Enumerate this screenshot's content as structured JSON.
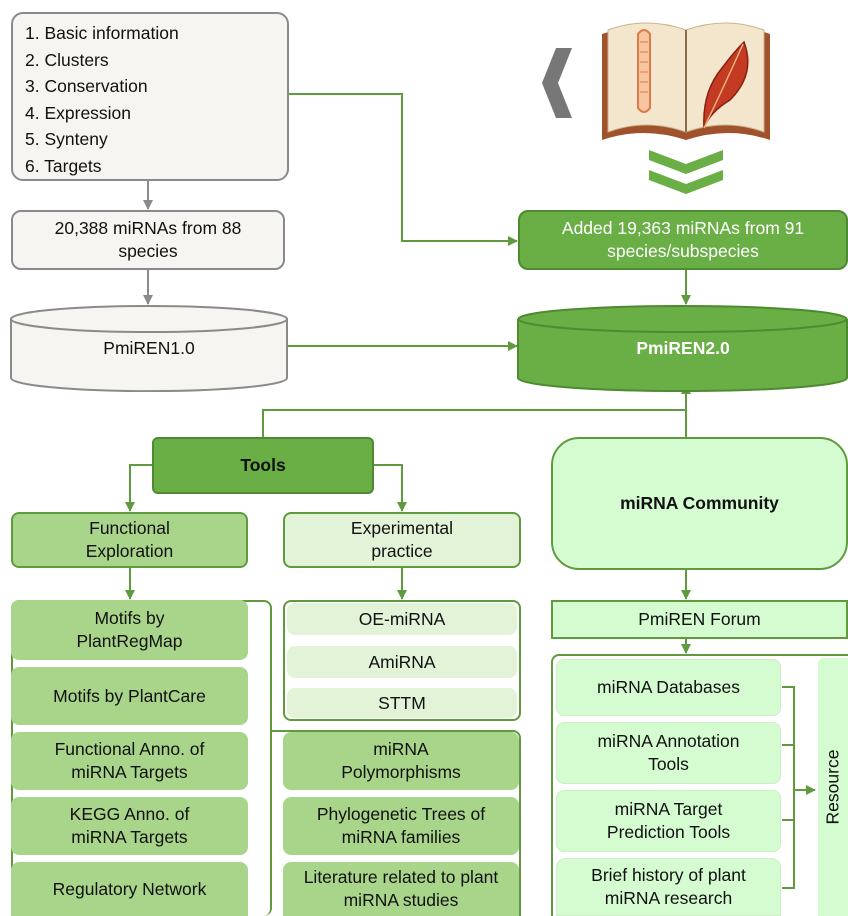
{
  "pmiren1_features": [
    "1. Basic information",
    "2. Clusters",
    "3. Conservation",
    "4. Expression",
    "5. Synteny",
    "6. Targets"
  ],
  "pmiren1_count": "20,388 miRNAs from 88 species",
  "pmiren1_db": "PmiREN1.0",
  "added_mirnas": "Added 19,363 miRNAs from 91 species/subspecies",
  "pmiren2_db": "PmiREN2.0",
  "tools": {
    "title": "Tools",
    "functional": {
      "header": "Functional Exploration",
      "items": [
        "Motifs by PlantRegMap",
        "Motifs by PlantCare",
        "Functional Anno. of miRNA Targets",
        "KEGG Anno. of miRNA Targets",
        "Regulatory Network"
      ]
    },
    "experimental": {
      "header": "Experimental practice",
      "items": [
        "OE-miRNA",
        "AmiRNA",
        "STTM"
      ]
    },
    "other_items": [
      "miRNA Polymorphisms",
      "Phylogenetic Trees of miRNA families",
      "Literature related to plant miRNA studies"
    ]
  },
  "community": {
    "title": "miRNA Community",
    "forum": "PmiREN Forum",
    "resources": [
      "miRNA Databases",
      "miRNA Annotation Tools",
      "miRNA Target Prediction Tools",
      "Brief history of plant miRNA research"
    ],
    "resource_label": "Resource"
  },
  "colors": {
    "dark_green": "#6aae46",
    "mid_green": "#a8d58a",
    "light_green": "#e2f3d7",
    "pale_green": "#d4fcd0",
    "line_green": "#5f9b3e",
    "grey_line": "#8a8a8a"
  }
}
